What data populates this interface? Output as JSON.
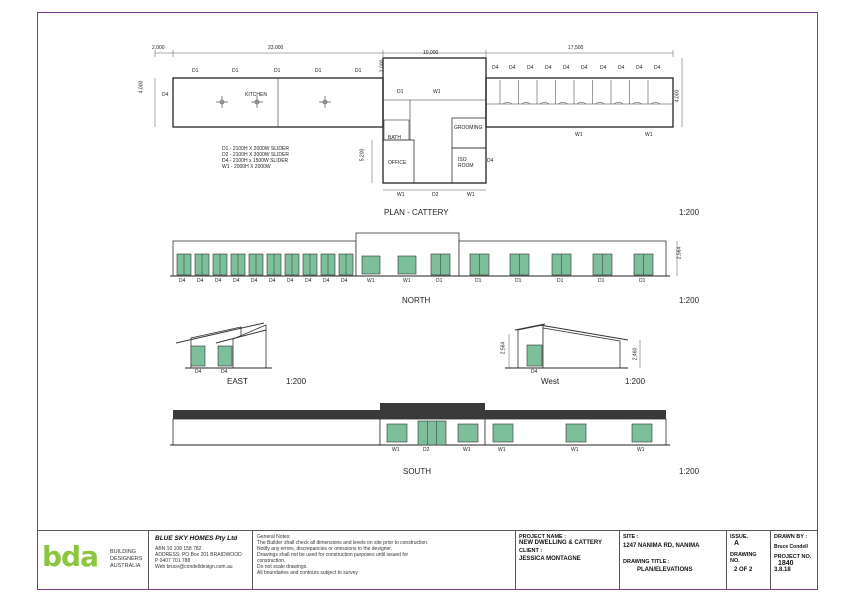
{
  "plan": {
    "dims_top": [
      "2,000",
      "23,000",
      "10,000",
      "17,500"
    ],
    "door_labels_left": [
      "D1",
      "D1",
      "D1",
      "D1",
      "D1"
    ],
    "door_labels_right": [
      "D4",
      "D4",
      "D4",
      "D4",
      "D4",
      "D4",
      "D4",
      "D4",
      "D4",
      "D4"
    ],
    "kitchen": "KITCHEN",
    "d4_left": "D4",
    "d1_mid": "D1",
    "w1_mid": "W1",
    "w1_right": "W1",
    "w1_right2": "W1",
    "bath": "BATH",
    "grooming": "GROOMING",
    "office": "OFFICE",
    "iso_room": "ISO\nROOM",
    "d4_iso": "D4",
    "bottom_labels": [
      "W1",
      "D2",
      "W1"
    ],
    "dim_left_vert": "4,000",
    "dim_mid_vert": "5,200",
    "dim_top_vert": "2,000",
    "dim_right_vert": "4,000",
    "legend": [
      "D1 - 2100H X 2000W SLIDER",
      "D2 - 2100H X 3000W SLIDER",
      "D4 - 2100H x 1500W SLIDER",
      "W1 - 2000H X 2000W"
    ],
    "title": "PLAN - CATTERY",
    "scale": "1:200"
  },
  "north": {
    "labels_left": [
      "D4",
      "D4",
      "D4",
      "D4",
      "D4",
      "D4",
      "D4",
      "D4",
      "D4",
      "D4"
    ],
    "labels_mid": [
      "W1",
      "W1",
      "D1",
      "D1",
      "D1",
      "D1",
      "D1",
      "D1"
    ],
    "dim": "2,564",
    "title": "NORTH",
    "scale": "1:200"
  },
  "east": {
    "labels": [
      "D4",
      "D4"
    ],
    "title": "EAST",
    "scale": "1:200"
  },
  "west": {
    "labels": [
      "D4"
    ],
    "dims": [
      "2,564",
      "2,460"
    ],
    "title": "West",
    "scale": "1:200"
  },
  "south": {
    "labels": [
      "W1",
      "D2",
      "W1",
      "W1",
      "W1",
      "W1"
    ],
    "title": "SOUTH",
    "scale": "1:200"
  },
  "titleblock": {
    "logo_text": "bda",
    "logo_sub": [
      "BUILDING",
      "DESIGNERS",
      "AUSTRALIA"
    ],
    "company": "BLUE SKY HOMES Pty Ltd",
    "abn": "ABN  10 108 158 782",
    "address": "ADDRESS:  PO Box 201 BRAIDWOOD",
    "phone": "P  0407 701 788",
    "web": "Web  bruce@condelldesign.com.au",
    "notes_head": "General Notes:",
    "notes": [
      "The Builder shall check all dimensions and levels on site prior to construction.",
      "Notify any errors, discrepancies or omissions to the designer.",
      "Drawings shall not be used for construction purposes until issued for",
      "construction.",
      "Do not scale drawings.",
      "All boundaries and contours subject to survey"
    ],
    "project_name_label": "PROJECT NAME :",
    "project_name": "NEW DWELLING & CATTERY",
    "client_label": "CLIENT :",
    "client": "JESSICA MONTAGNE",
    "site_label": "SITE :",
    "site": "1247 NANIMA RD, NANIMA",
    "drawing_title_label": "DRAWING TITLE :",
    "drawing_title": "PLAN/ELEVATIONS",
    "issue_label": "ISSUE.",
    "issue": "A",
    "drawing_no_label": "DRAWING NO.",
    "drawing_no": "2 OF 2",
    "drawn_by_label": "DRAWN BY :",
    "drawn_by": "Bruce Condell",
    "project_no_label": "PROJECT NO.",
    "project_no": "1840",
    "date": "3.8.18"
  }
}
